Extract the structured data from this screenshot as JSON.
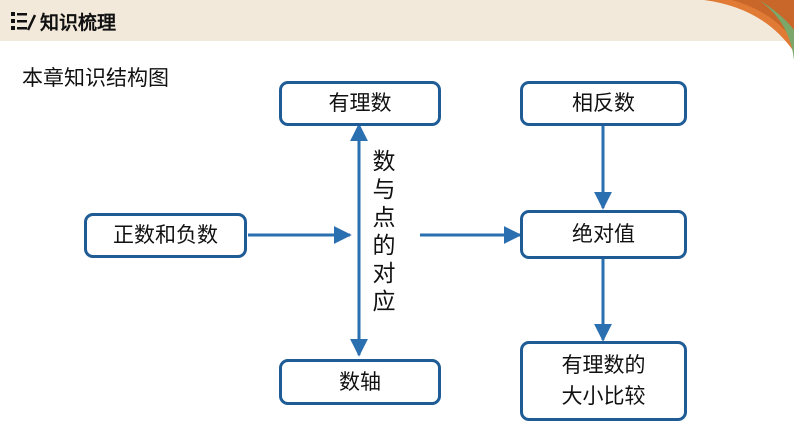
{
  "section": {
    "title": "知识梳理",
    "icon": "list-icon"
  },
  "subtitle": "本章知识结构图",
  "nodes": {
    "rational": "有理数",
    "positive_negative": "正数和负数",
    "number_line": "数轴",
    "opposite": "相反数",
    "absolute": "绝对值",
    "compare": "有理数的\n大小比较"
  },
  "correspondence_label": "数\n与\n点\n的\n对\n应",
  "colors": {
    "box_border": "#1f5c96",
    "arrow": "#2a6fb0",
    "header": "#f3e9db",
    "accent_orange": "#e07a34",
    "accent_green": "#7ba86a"
  }
}
